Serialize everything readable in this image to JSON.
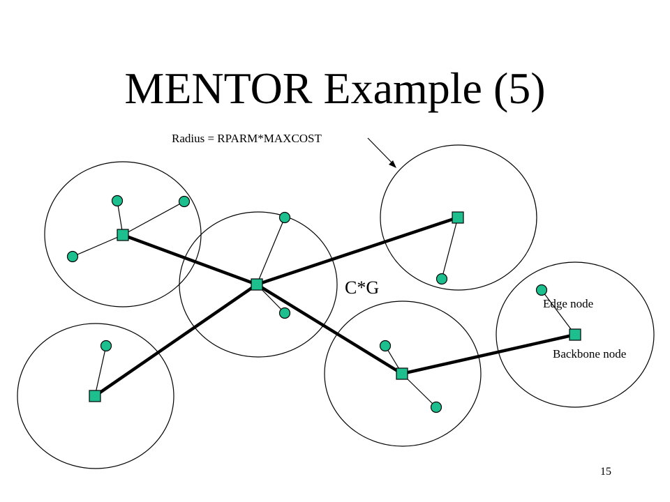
{
  "slide": {
    "title": "MENTOR Example (5)",
    "radius_label": "Radius = RPARM*MAXCOST",
    "center_label": "C*G",
    "edge_node_label": "Edge node",
    "backbone_node_label": "Backbone node",
    "page_number": "15"
  },
  "colors": {
    "node_fill": "#1dbf8f",
    "line": "#000000"
  }
}
